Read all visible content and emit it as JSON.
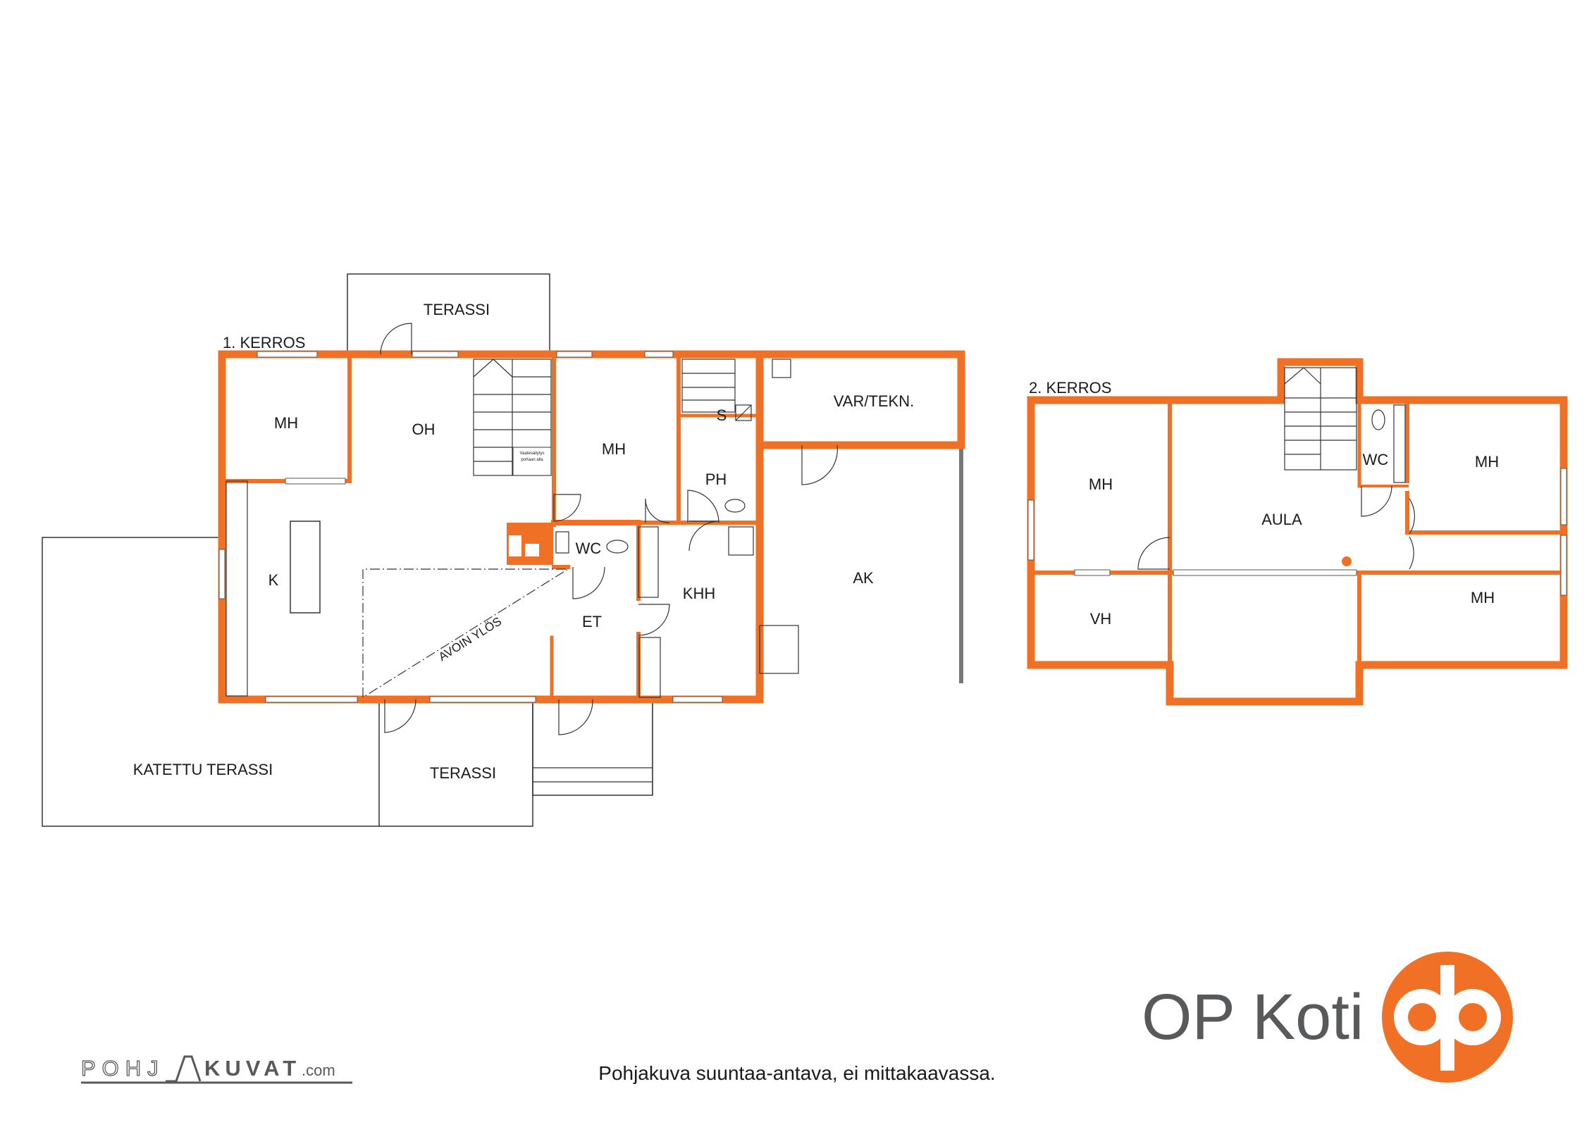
{
  "floor1": {
    "title": "1. KERROS",
    "rooms": {
      "terassi_top": "TERASSI",
      "mh_left": "MH",
      "oh": "OH",
      "mh_mid": "MH",
      "s": "S",
      "var_tekn": "VAR/TEKN.",
      "ph": "PH",
      "wc": "WC",
      "k": "K",
      "khh": "KHH",
      "et": "ET",
      "ak": "AK",
      "avoin_ylos": "AVOIN YLÖS",
      "katettu_terassi": "KATETTU TERASSI",
      "terassi_bottom": "TERASSI"
    },
    "stair_note_1": "Vaatesäilytys",
    "stair_note_2": "portaan alla"
  },
  "floor2": {
    "title": "2. KERROS",
    "rooms": {
      "mh_left": "MH",
      "aula": "AULA",
      "wc": "WC",
      "mh_top_right": "MH",
      "mh_bottom_right": "MH",
      "vh": "VH"
    }
  },
  "footer": {
    "disclaimer": "Pohjakuva suuntaa-antava, ei mittakaavassa.",
    "logo_left_part1": "POHJ",
    "logo_left_part2": "KUVAT",
    "logo_left_part3": ".com",
    "brand": "OP Koti"
  },
  "colors": {
    "wall": "#f07126",
    "line": "#333333",
    "brand_orange": "#f07126",
    "brand_text": "#58595b"
  }
}
